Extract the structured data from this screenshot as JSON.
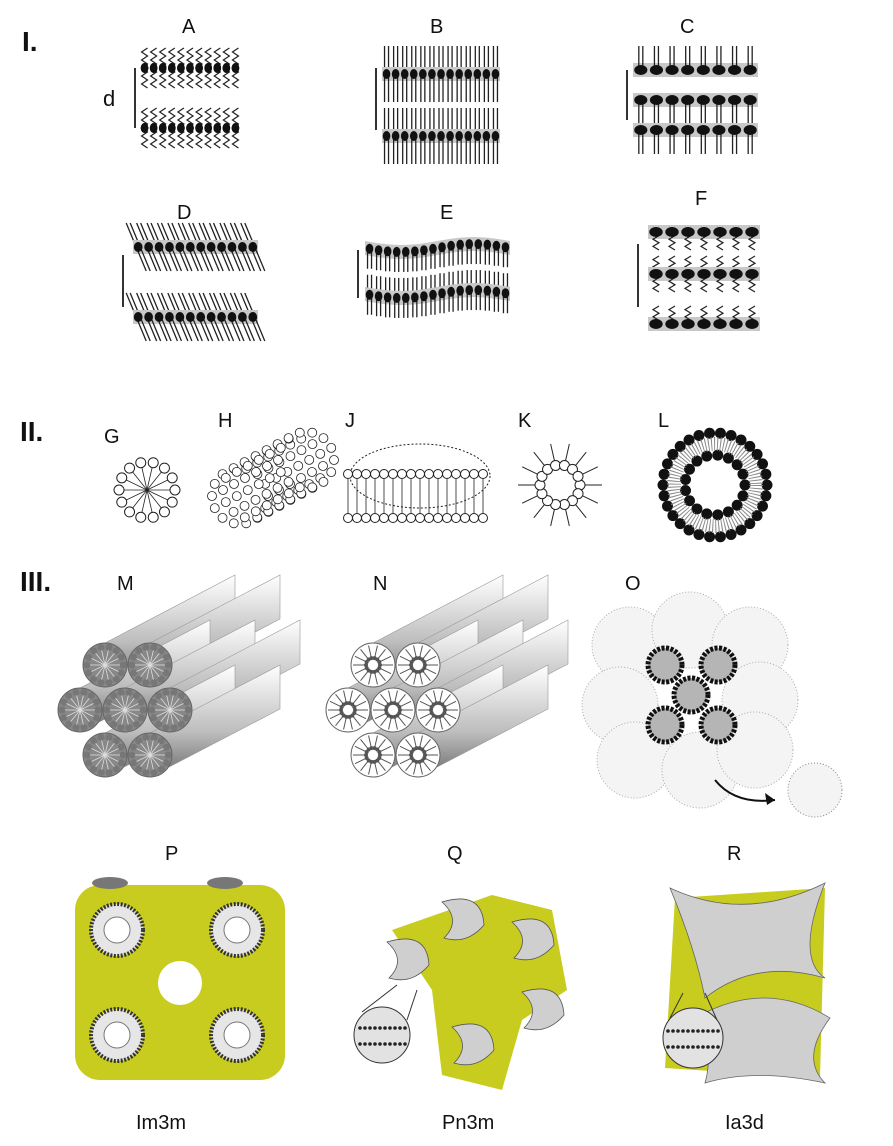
{
  "sections": {
    "s1": "I.",
    "s2": "II.",
    "s3": "III."
  },
  "panels": {
    "A": "A",
    "B": "B",
    "C": "C",
    "D": "D",
    "E": "E",
    "F": "F",
    "G": "G",
    "H": "H",
    "J": "J",
    "K": "K",
    "L": "L",
    "M": "M",
    "N": "N",
    "O": "O",
    "P": "P",
    "Q": "Q",
    "R": "R"
  },
  "spacing_label": "d",
  "captions": {
    "P": "Im3m",
    "Q": "Pn3m",
    "R": "Ia3d"
  },
  "colors": {
    "bilayer_gray": "#c8c8c8",
    "cubic_yellow": "#c8cc1e",
    "cubic_gray": "#cfcfcf",
    "head": "#111111"
  }
}
